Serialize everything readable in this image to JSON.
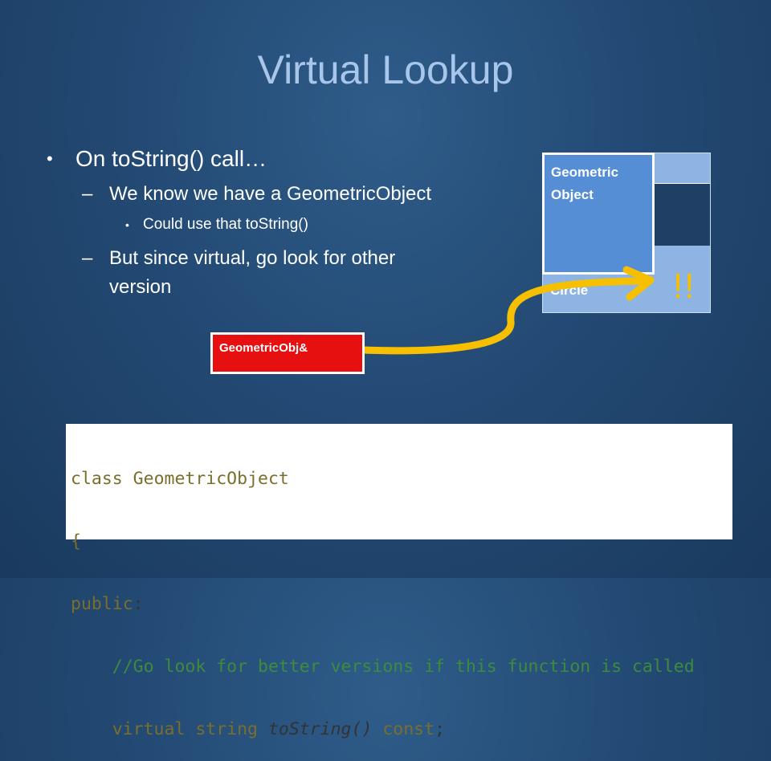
{
  "slide": {
    "title": "Virtual Lookup",
    "bullets": {
      "b1": "On toString() call…",
      "b1_1": "We know we have a GeometricObject",
      "b1_1_1": "Could use that toString()",
      "b1_2": "But since virtual, go look for other version"
    }
  },
  "diagram": {
    "geometric_object_label": "Geometric Object",
    "circle_label": "Circle",
    "exclaim": "!!",
    "reference_label": "GeometricObj&",
    "colors": {
      "light_blue": "#8eb4e3",
      "object_blue": "#558ed5",
      "dark_band": "#203f64",
      "ref_red": "#e61010",
      "arrow_yellow": "#f6c000"
    }
  },
  "code": {
    "line1_kw": "class",
    "line1_rest": " GeometricObject",
    "line2": "{",
    "line3_kw": "public",
    "line3_rest": ":",
    "line4_comment": "//Go look for better versions if this function is called",
    "line5_kw": "virtual string",
    "line5_fn": "toString()",
    "line5_kw2": " const",
    "line5_end": ";"
  }
}
